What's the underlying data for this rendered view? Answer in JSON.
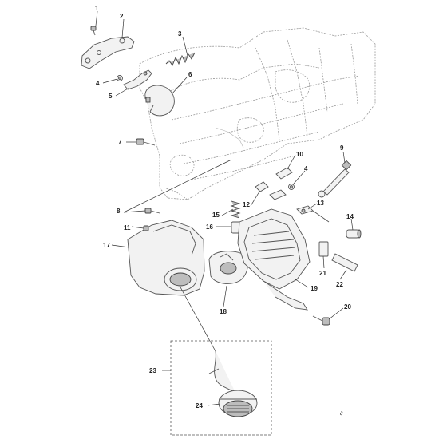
{
  "callouts": {
    "c1": "1",
    "c2": "2",
    "c3": "3",
    "c4a": "4",
    "c4b": "4",
    "c5": "5",
    "c6": "6",
    "c7": "7",
    "c8": "8",
    "c9": "9",
    "c10": "10",
    "c11": "11",
    "c12": "12",
    "c13": "13",
    "c14": "14",
    "c15": "15",
    "c16": "16",
    "c17": "17",
    "c18": "18",
    "c19": "19",
    "c20": "20",
    "c21": "21",
    "c22": "22",
    "c23": "23",
    "c24": "24"
  },
  "colors": {
    "line": "#555555",
    "fill": "#f2f2f2",
    "dark": "#bdbdbd",
    "text": "#222222"
  }
}
